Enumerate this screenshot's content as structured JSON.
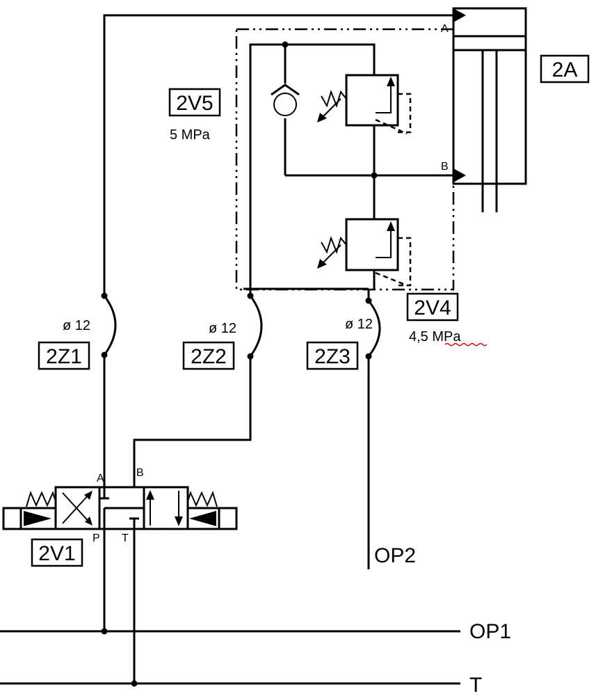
{
  "labels": {
    "cylinder": "2A",
    "valve_2v5": "2V5",
    "valve_2v5_pressure": "5 MPa",
    "valve_2v4": "2V4",
    "valve_2v4_pressure": "4,5 MPa",
    "restrictor_1": "2Z1",
    "restrictor_2": "2Z2",
    "restrictor_3": "2Z3",
    "diameter_1": "ø 12",
    "diameter_2": "ø 12",
    "diameter_3": "ø 12",
    "directional_valve": "2V1"
  },
  "ports": {
    "cyl_a": "A",
    "cyl_b": "B",
    "valve_a": "A",
    "valve_b": "B",
    "valve_p": "P",
    "valve_t": "T"
  },
  "lines": {
    "op1": "OP1",
    "op2": "OP2",
    "tank": "T"
  }
}
